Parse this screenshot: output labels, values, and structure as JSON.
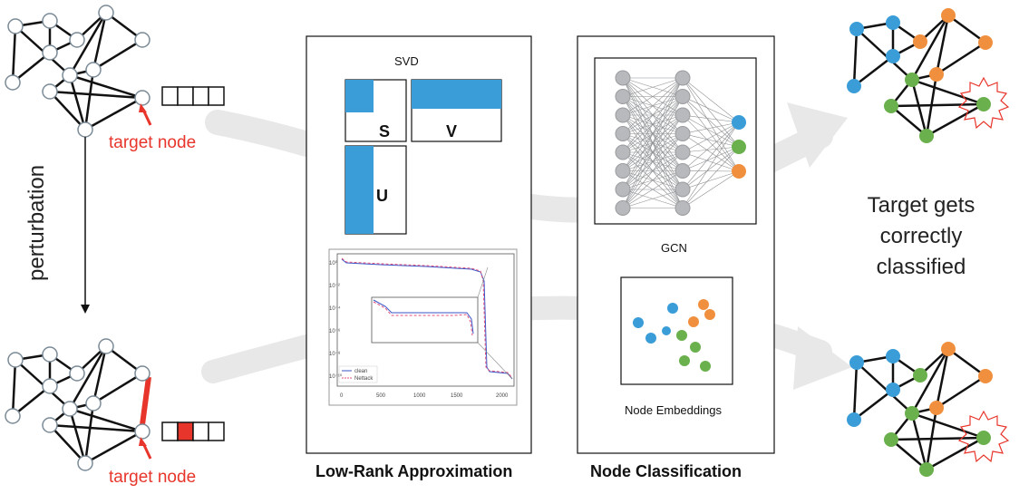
{
  "labels": {
    "target_node_top": "target node",
    "target_node_bottom": "target node",
    "perturbation": "perturbation",
    "svd": "SVD",
    "s": "S",
    "v": "V",
    "u": "U",
    "gcn": "GCN",
    "node_embeddings": "Node Embeddings",
    "low_rank": "Low-Rank Approximation",
    "node_classification": "Node Classification",
    "target_result_line1": "Target gets",
    "target_result_line2": "correctly",
    "target_result_line3": "classified"
  },
  "plot": {
    "x_ticks": [
      "0",
      "500",
      "1000",
      "1500",
      "2000"
    ],
    "y_ticks": [
      "10⁰",
      "10⁻²",
      "10⁻⁴",
      "10⁻⁶",
      "10⁻⁸",
      "10⁻¹⁰"
    ],
    "legend": [
      "clean",
      "Nettack"
    ]
  },
  "colors": {
    "blue": "#3a9dd8",
    "green": "#6ab04c",
    "orange": "#f0903e",
    "red": "#e8352b",
    "gray_node": "#b7b9bc",
    "arrow_band": "#e8e8e8",
    "matrix_fill": "#3a9dd8"
  },
  "icons": [
    "red-arrow-icon",
    "burst-icon"
  ]
}
